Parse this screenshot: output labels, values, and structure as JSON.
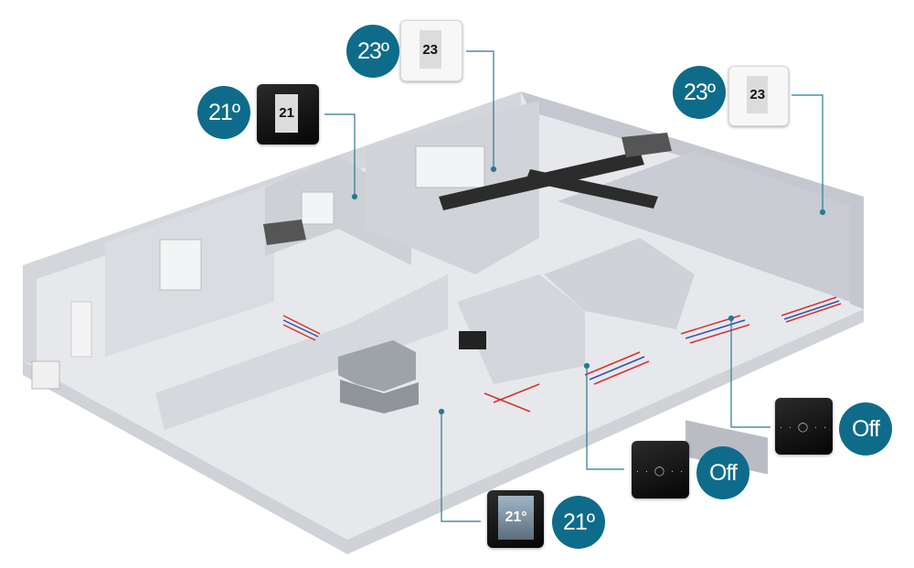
{
  "colors": {
    "badge": "#0e6c8a",
    "line": "#2a7891",
    "floor": "#e3e5e8",
    "wall": "#c9ccd2",
    "heating_red": "#d9302b",
    "heating_blue": "#2d50b8"
  },
  "zones": [
    {
      "id": "left-room",
      "badge": "21º",
      "thermostat": {
        "style": "black",
        "screen": "21"
      }
    },
    {
      "id": "center-room",
      "badge": "23º",
      "thermostat": {
        "style": "white",
        "screen": "23"
      }
    },
    {
      "id": "right-room",
      "badge": "23º",
      "thermostat": {
        "style": "white",
        "screen": "23"
      }
    },
    {
      "id": "bedroom-right",
      "badge": "Off",
      "thermostat": {
        "style": "black-minimal",
        "icon": "power-icon"
      }
    },
    {
      "id": "bedroom-middle",
      "badge": "Off",
      "thermostat": {
        "style": "black-minimal",
        "icon": "power-icon"
      }
    },
    {
      "id": "living-room",
      "badge": "21º",
      "thermostat": {
        "style": "color",
        "screen": "21°"
      }
    }
  ]
}
